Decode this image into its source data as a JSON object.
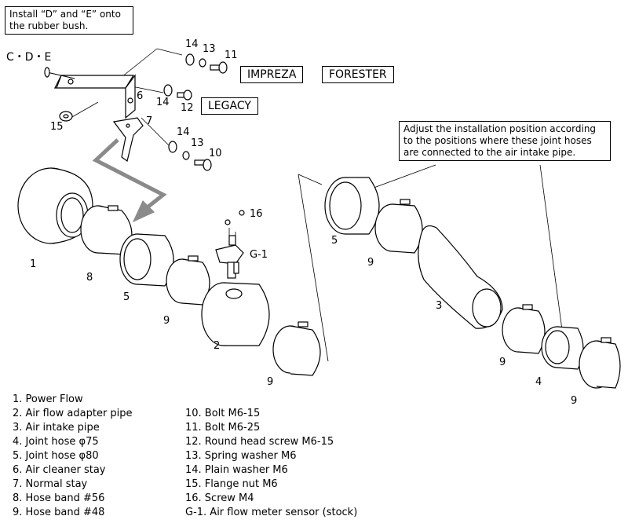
{
  "notes": {
    "install": "Install “D” and “E” onto the rubber bush.",
    "adjust": "Adjust the installation position according to the positions where these joint hoses are connected to the air intake pipe."
  },
  "tags": {
    "impreza": "IMPREZA",
    "forester": "FORESTER",
    "legacy": "LEGACY"
  },
  "cde": "C・D・E",
  "numbers": {
    "n14a": "14",
    "n13a": "13",
    "n11": "11",
    "n6": "6",
    "n14b": "14",
    "n12": "12",
    "n7": "7",
    "n15": "15",
    "n14c": "14",
    "n13c": "13",
    "n10": "10",
    "n16": "16",
    "g1": "G-1",
    "n1": "1",
    "n8": "8",
    "n5a": "5",
    "n9a": "9",
    "n2": "2",
    "n9b": "9",
    "n5b": "5",
    "n9c": "9",
    "n3": "3",
    "n9d": "9",
    "n4": "4",
    "n9e": "9"
  },
  "legend_left": [
    "1. Power Flow",
    "2. Air flow adapter pipe",
    "3. Air intake pipe",
    "4. Joint hose φ75",
    "5. Joint hose φ80",
    "6. Air cleaner stay",
    "7. Normal stay",
    "8. Hose band #56",
    "9. Hose band #48"
  ],
  "legend_right": [
    "10. Bolt M6-15",
    "11. Bolt M6-25",
    "12. Round head screw M6-15",
    "13. Spring washer M6",
    "14. Plain washer M6",
    "15. Flange nut M6",
    "16. Screw M4",
    "G-1. Air flow meter sensor (stock)"
  ]
}
